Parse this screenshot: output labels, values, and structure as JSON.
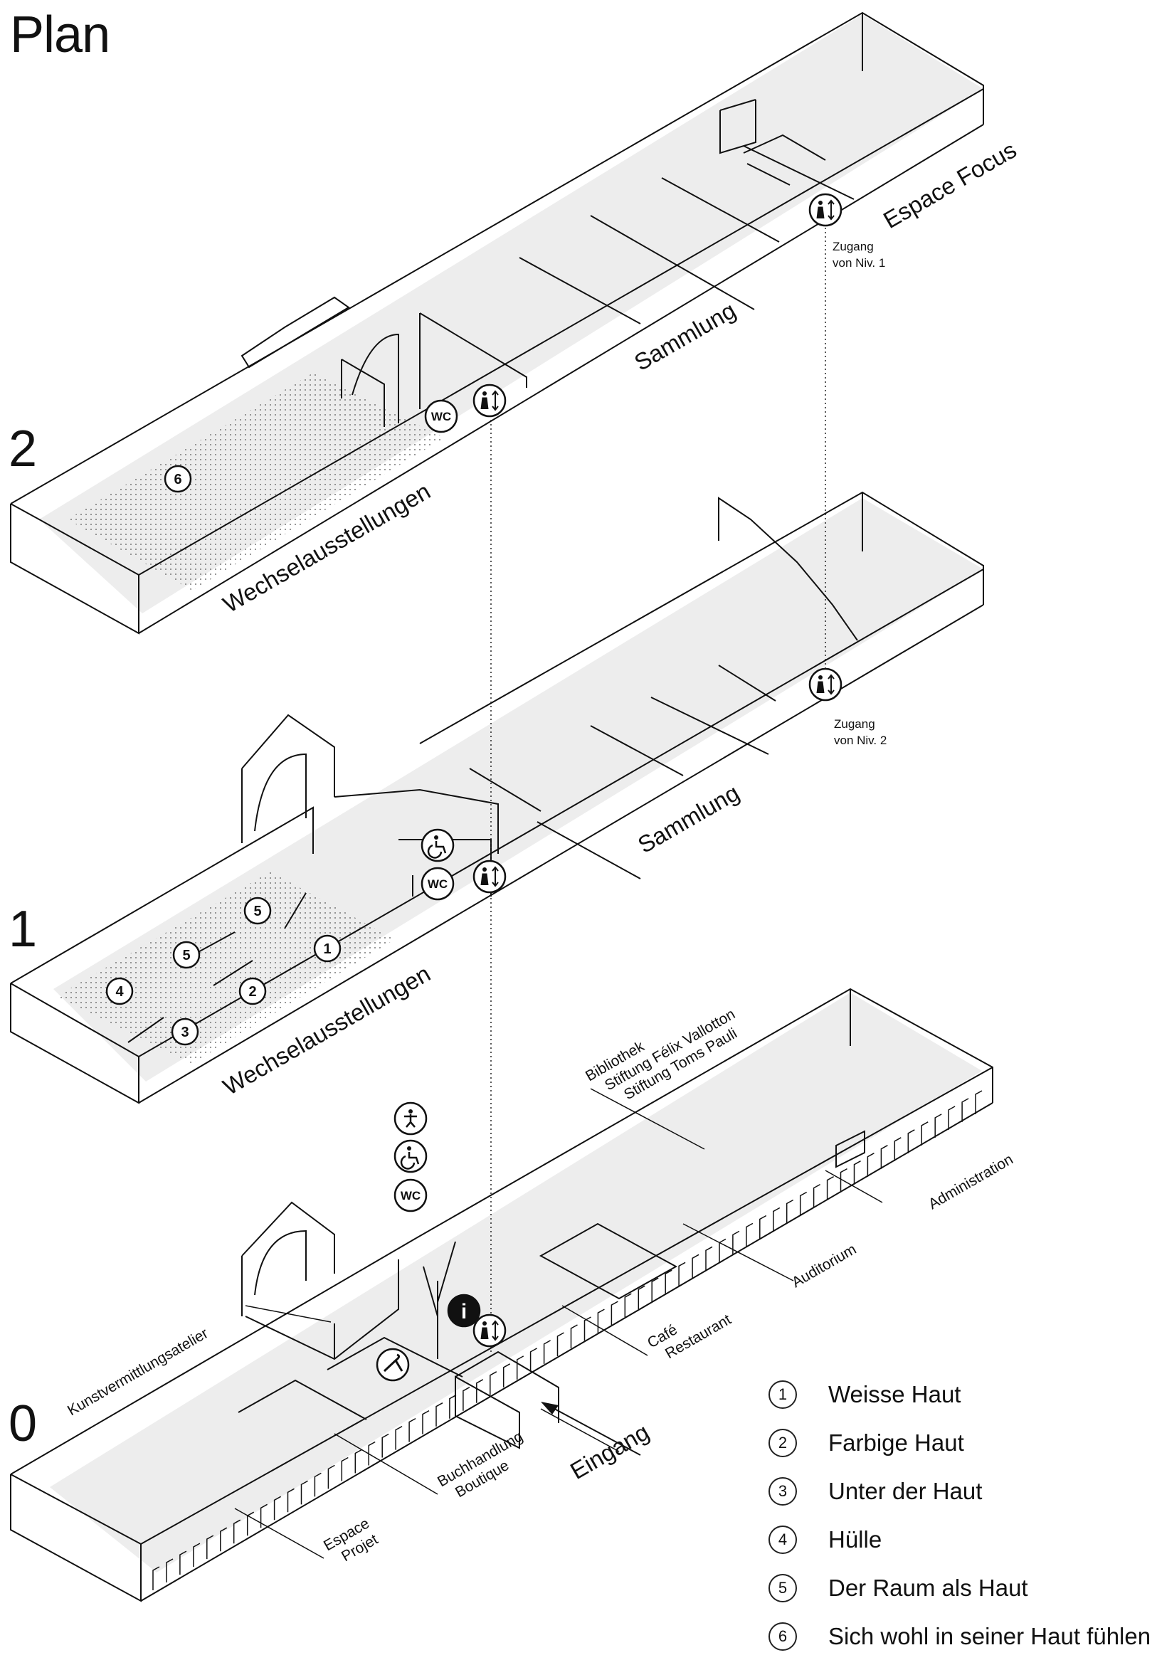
{
  "title": "Plan",
  "levels": [
    {
      "number": "2",
      "rooms": {
        "temp": "Wechselausstellungen",
        "collection": "Sammlung",
        "focus": "Espace Focus"
      },
      "access_note": [
        "Zugang",
        "von Niv. 1"
      ]
    },
    {
      "number": "1",
      "rooms": {
        "temp": "Wechselausstellungen",
        "collection": "Sammlung"
      },
      "access_note": [
        "Zugang",
        "von Niv. 2"
      ]
    },
    {
      "number": "0",
      "rooms": {
        "library": [
          "Bibliothek",
          "Stiftung Félix Vallotton",
          "Stiftung Toms Pauli"
        ],
        "administration": "Administration",
        "auditorium": "Auditorium",
        "cafe": [
          "Café",
          "Restaurant"
        ],
        "bookshop": [
          "Buchhandlung",
          "Boutique"
        ],
        "espace_projet": [
          "Espace",
          "Projet"
        ],
        "atelier": "Kunstvermittlungsatelier",
        "entrance": "Eingang"
      }
    }
  ],
  "markers": {
    "wc": "WC",
    "info": "i"
  },
  "icons": {
    "lift": "lift-icon",
    "accessible": "wheelchair-icon",
    "baby": "baby-change-icon",
    "cloakroom": "cloakroom-hanger-icon",
    "wc": "wc-icon",
    "info": "info-icon"
  },
  "zone_numbers": {
    "l2": [
      "6"
    ],
    "l1": [
      "5",
      "1",
      "5",
      "2",
      "4",
      "3"
    ]
  },
  "legend": [
    {
      "num": "1",
      "label": "Weisse Haut"
    },
    {
      "num": "2",
      "label": "Farbige Haut"
    },
    {
      "num": "3",
      "label": "Unter der Haut"
    },
    {
      "num": "4",
      "label": "Hülle"
    },
    {
      "num": "5",
      "label": "Der Raum als Haut"
    },
    {
      "num": "6",
      "label": "Sich wohl in seiner Haut fühlen"
    }
  ]
}
